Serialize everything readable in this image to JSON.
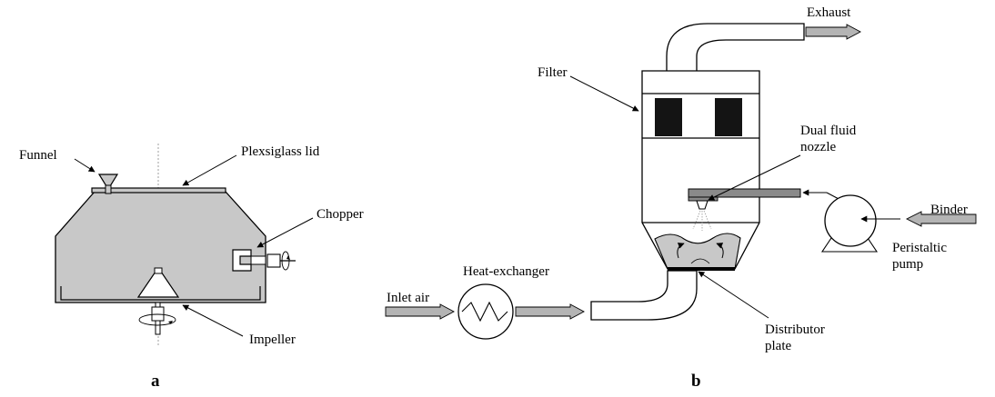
{
  "panel_a": {
    "label_funnel": "Funnel",
    "label_lid": "Plexsiglass lid",
    "label_chopper": "Chopper",
    "label_impeller": "Impeller",
    "caption": "a"
  },
  "panel_b": {
    "label_exhaust": "Exhaust",
    "label_filter": "Filter",
    "label_nozzle_line1": "Dual fluid",
    "label_nozzle_line2": "nozzle",
    "label_binder": "Binder",
    "label_pump_line1": "Peristaltic",
    "label_pump_line2": "pump",
    "label_heat_exchanger": "Heat-exchanger",
    "label_inlet_air": "Inlet air",
    "label_distributor_line1": "Distributor",
    "label_distributor_line2": "plate",
    "caption": "b"
  },
  "colors": {
    "fill_gray": "#c8c8c8",
    "arrow_gray": "#b4b4b4",
    "filter_black": "#141414",
    "nozzle_gray": "#8a8a8a"
  }
}
